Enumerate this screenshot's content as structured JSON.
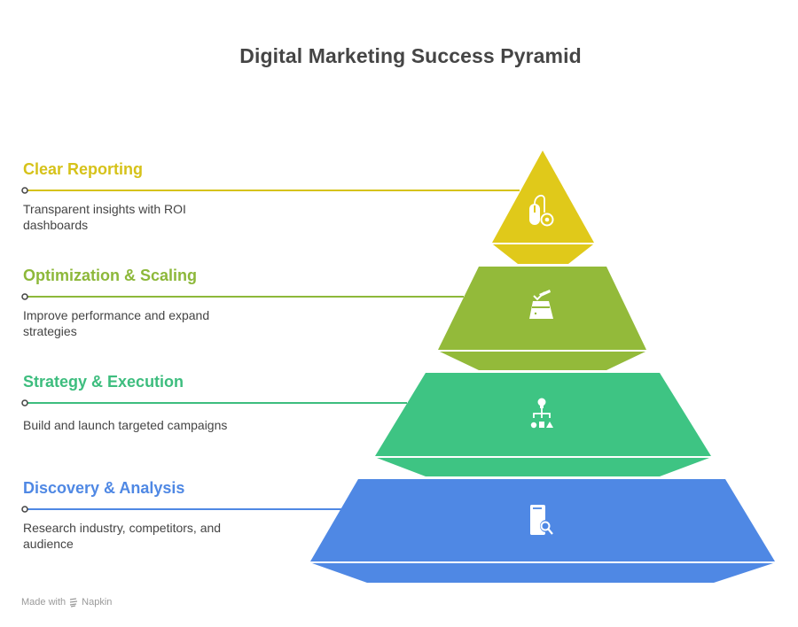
{
  "title": "Digital Marketing Success Pyramid",
  "colors": {
    "yellow": "#E0C91A",
    "lime": "#93BA3A",
    "green": "#3EC483",
    "blue": "#4F88E4"
  },
  "levels": [
    {
      "label": "Clear Reporting",
      "description": "Transparent insights with ROI dashboards",
      "icon": "mouse-eye-icon",
      "color": "#D6C21A"
    },
    {
      "label": "Optimization & Scaling",
      "description": "Improve performance and expand strategies",
      "icon": "airplane-checklist-icon",
      "color": "#8DB83A"
    },
    {
      "label": "Strategy & Execution",
      "description": "Build and launch targeted campaigns",
      "icon": "idea-hierarchy-icon",
      "color": "#3DBD7E"
    },
    {
      "label": "Discovery & Analysis",
      "description": "Research industry, competitors, and audience",
      "icon": "document-search-icon",
      "color": "#4F88E4"
    }
  ],
  "footer": {
    "made_with": "Made with",
    "brand": "Napkin"
  }
}
